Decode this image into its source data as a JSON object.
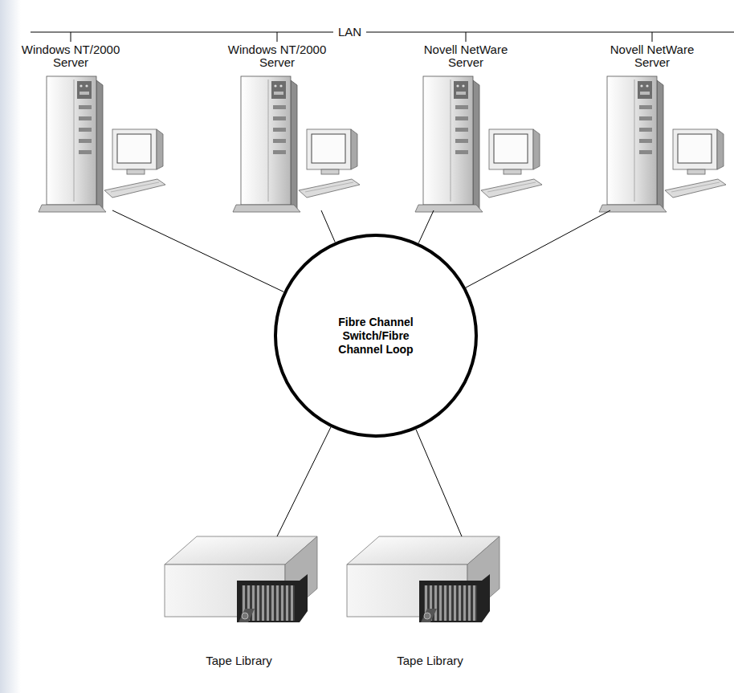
{
  "diagram": {
    "nodes": [
      {
        "text": [
          "Windows NT/2000 Server"
        ]
      },
      {
        "text": [
          "Windows NT/2000 Server"
        ]
      },
      {
        "text": [
          "Novell NetWare Server"
        ]
      },
      {
        "text": [
          "Novell NetWare Server"
        ]
      },
      {
        "text": [
          "Fibre Channel Switch/Fibre Channel Loop"
        ]
      },
      {
        "text": [
          "Tape Library"
        ]
      },
      {
        "text": [
          "Tape Library"
        ]
      }
    ],
    "edges": [
      {
        "from": 0,
        "to": 4,
        "arrow": "none"
      },
      {
        "from": 1,
        "to": 4,
        "arrow": "none"
      },
      {
        "from": 2,
        "to": 4,
        "arrow": "none"
      },
      {
        "from": 3,
        "to": 4,
        "arrow": "none"
      },
      {
        "from": 4,
        "to": 5,
        "arrow": "none"
      },
      {
        "from": 4,
        "to": 6,
        "arrow": "none"
      }
    ],
    "labels": [
      "LAN"
    ]
  }
}
